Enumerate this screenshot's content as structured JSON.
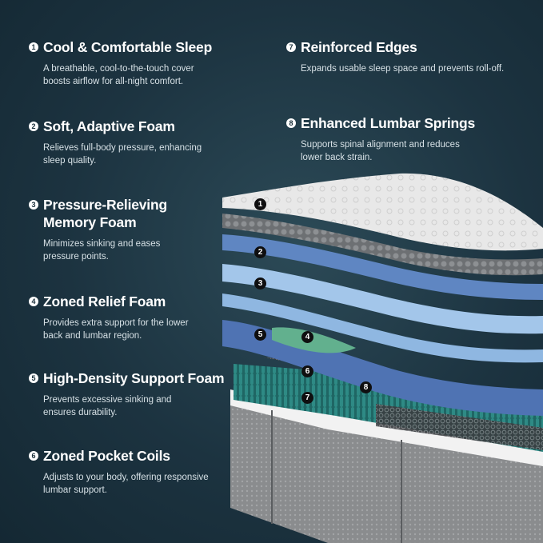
{
  "features": [
    {
      "num": "1",
      "title": "Cool & Comfortable Sleep",
      "desc": "A breathable, cool-to-the-touch cover boosts airflow for all-night comfort."
    },
    {
      "num": "2",
      "title": "Soft, Adaptive Foam",
      "desc": "Relieves full-body pressure, enhancing sleep quality."
    },
    {
      "num": "3",
      "title": "Pressure-Relieving Memory Foam",
      "desc": "Minimizes sinking and eases pressure points."
    },
    {
      "num": "4",
      "title": "Zoned Relief Foam",
      "desc": "Provides extra support for the lower back and lumbar region."
    },
    {
      "num": "5",
      "title": "High-Density Support Foam",
      "desc": "Prevents excessive sinking and ensures durability."
    },
    {
      "num": "6",
      "title": "Zoned Pocket Coils",
      "desc": "Adjusts to your body, offering responsive lumbar support."
    },
    {
      "num": "7",
      "title": "Reinforced Edges",
      "desc": "Expands usable sleep space and prevents roll-off."
    },
    {
      "num": "8",
      "title": "Enhanced Lumbar Springs",
      "desc": "Supports spinal alignment and reduces lower back strain."
    }
  ],
  "layer_badges": [
    "1",
    "2",
    "3",
    "4",
    "5",
    "6",
    "7",
    "8"
  ],
  "colors": {
    "background": "#1c3340",
    "foam_blue": "#5f86c2",
    "light_blue": "#9cc0e6",
    "green_foam": "#62b08e",
    "coil_teal": "#2a7f7a",
    "cover": "#e6e6e6"
  }
}
